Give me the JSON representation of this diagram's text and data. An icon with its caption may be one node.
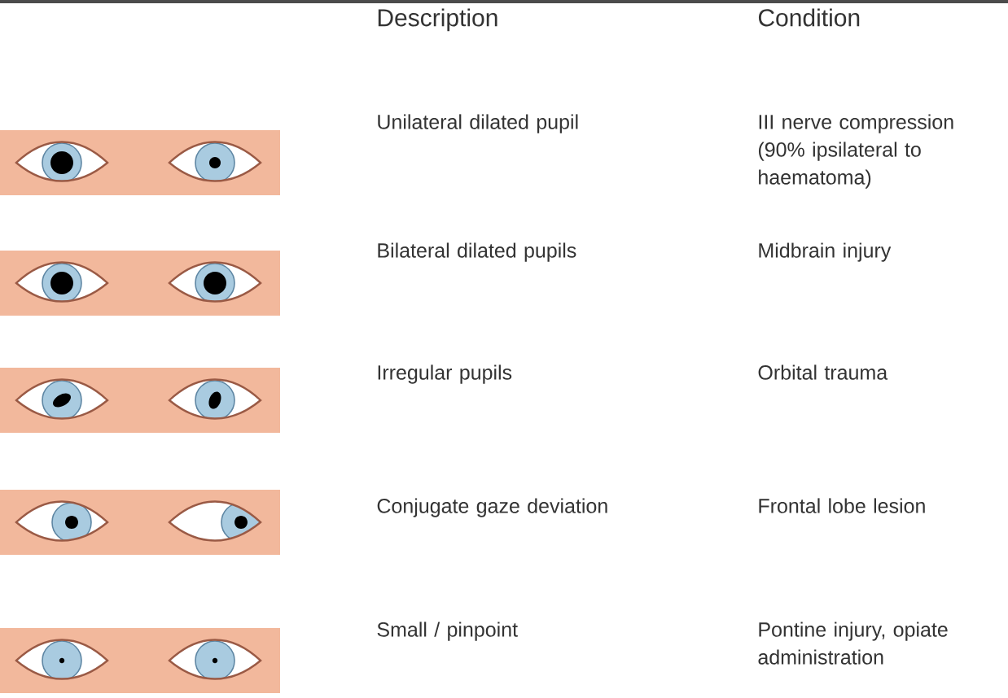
{
  "diagram": {
    "labels": [
      "Description",
      "Condition",
      "Unilateral dilated pupil",
      "III nerve compression (90% ipsilateral to haematoma)",
      "Bilateral dilated pupils",
      "Midbrain injury",
      "Irregular pupils",
      "Orbital trauma",
      "Conjugate gaze deviation",
      "Frontal lobe lesion",
      "Small / pinpoint",
      "Pontine injury, opiate administration"
    ]
  }
}
